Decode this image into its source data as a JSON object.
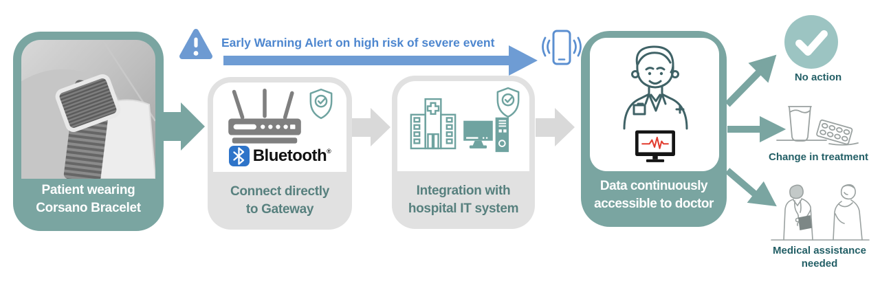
{
  "title": "Corsano bracelet data flow diagram",
  "alert": {
    "label": "Early Warning Alert on high risk of severe event"
  },
  "steps": [
    {
      "id": "patient",
      "line1": "Patient wearing",
      "line2": "Corsano Bracelet"
    },
    {
      "id": "gateway",
      "line1": "Connect directly",
      "line2": "to Gateway"
    },
    {
      "id": "hospital",
      "line1": "Integration with",
      "line2": "hospital IT system"
    },
    {
      "id": "doctor",
      "line1": "Data continuously",
      "line2": "accessible to doctor"
    }
  ],
  "bluetooth": {
    "label": "Bluetooth",
    "mark": "®"
  },
  "outcomes": [
    {
      "id": "no-action",
      "label": "No action"
    },
    {
      "id": "change-treatment",
      "label": "Change in treatment"
    },
    {
      "id": "medical-assistance",
      "label": "Medical assistance needed"
    }
  ],
  "icons": [
    "warning-triangle-icon",
    "phone-vibrating-icon",
    "router-icon",
    "shield-check-icon",
    "bluetooth-icon",
    "hospital-icon",
    "computer-icon",
    "doctor-icon",
    "ecg-monitor-icon",
    "check-circle-icon",
    "glass-and-pills-sketch",
    "doctors-talking-sketch"
  ],
  "colors": {
    "teal_box": "#7aa5a1",
    "teal_light_circle": "#9cc4c2",
    "teal_icon": "#6fa3a0",
    "teal_box_label": "#57807e",
    "outcome_label": "#235f66",
    "alert_blue": "#6e9cd4",
    "alert_blue_text": "#4e87cf",
    "gray_box": "#e1e1e1",
    "gray_arrow": "#d9d9d9",
    "bluetooth_blue": "#2e74c9",
    "ecg_red": "#e23b2e"
  }
}
